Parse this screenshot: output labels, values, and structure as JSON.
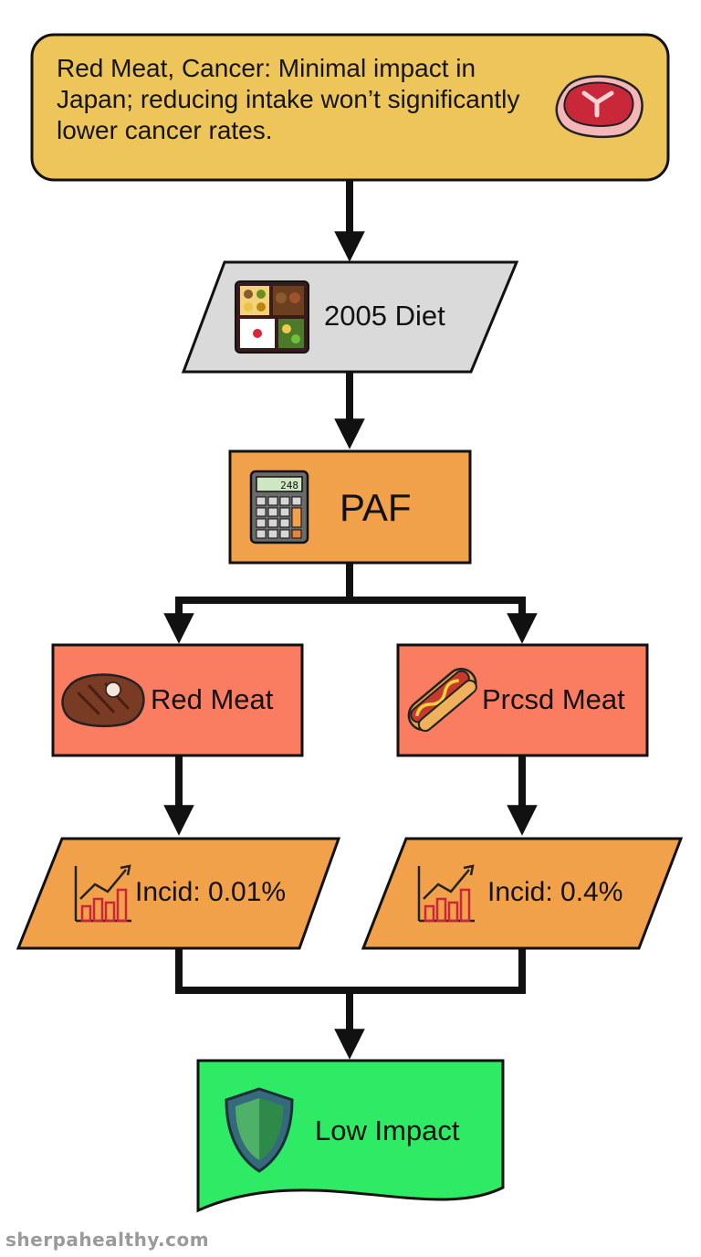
{
  "header": {
    "text": "Red Meat, Cancer: Minimal impact in Japan; reducing intake won’t significantly lower cancer rates.",
    "icon": "steak-icon"
  },
  "nodes": {
    "diet": {
      "label": "2005 Diet",
      "icon": "bento-box-icon"
    },
    "paf": {
      "label": "PAF",
      "icon": "calculator-icon",
      "calc_display": "248"
    },
    "red_meat": {
      "label": "Red Meat",
      "icon": "steak-icon"
    },
    "processed_meat": {
      "label": "Prcsd Meat",
      "icon": "hot-dog-icon"
    },
    "incid_red": {
      "label": "Incid: 0.01%",
      "icon": "bar-chart-up-icon"
    },
    "incid_processed": {
      "label": "Incid: 0.4%",
      "icon": "bar-chart-up-icon"
    },
    "outcome": {
      "label": "Low Impact",
      "icon": "shield-icon"
    }
  },
  "colors": {
    "header_fill": "#EDC55A",
    "diet_fill": "#DADADA",
    "paf_fill": "#F2A14B",
    "meat_fill": "#FA7D62",
    "incid_fill": "#F2A14B",
    "outcome_fill": "#2EEA64",
    "stroke": "#111111"
  },
  "watermark": "sherpahealthy.com"
}
